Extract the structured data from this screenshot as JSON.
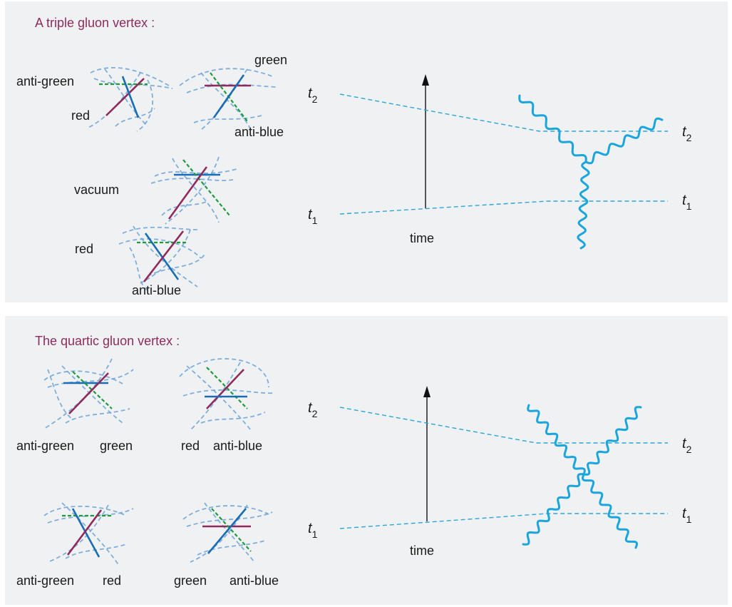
{
  "panel_triple": {
    "title": "A triple gluon vertex :",
    "labels": [
      "anti-green",
      "red",
      "green",
      "anti-blue",
      "vacuum",
      "red",
      "anti-blue"
    ],
    "time_label": "time",
    "t2": "t",
    "t2_sub": "2",
    "t1": "t",
    "t1_sub": "1"
  },
  "panel_quartic": {
    "title": "The quartic gluon vertex :",
    "labels": [
      "anti-green",
      "green",
      "red",
      "anti-blue",
      "anti-green",
      "red",
      "green",
      "anti-blue"
    ],
    "time_label": "time",
    "t2": "t",
    "t2_sub": "2",
    "t1": "t",
    "t1_sub": "1"
  },
  "colors": {
    "title": "#8e2b5c",
    "red_line": "#8e2b5c",
    "blue_line": "#1a6db3",
    "green_line": "#1f9a3c",
    "gluon": "#1aa5dc",
    "string_lines": "#6aa3d8",
    "time_slices": "#2aa6d9",
    "panel_bg": "#f0f1f2"
  }
}
